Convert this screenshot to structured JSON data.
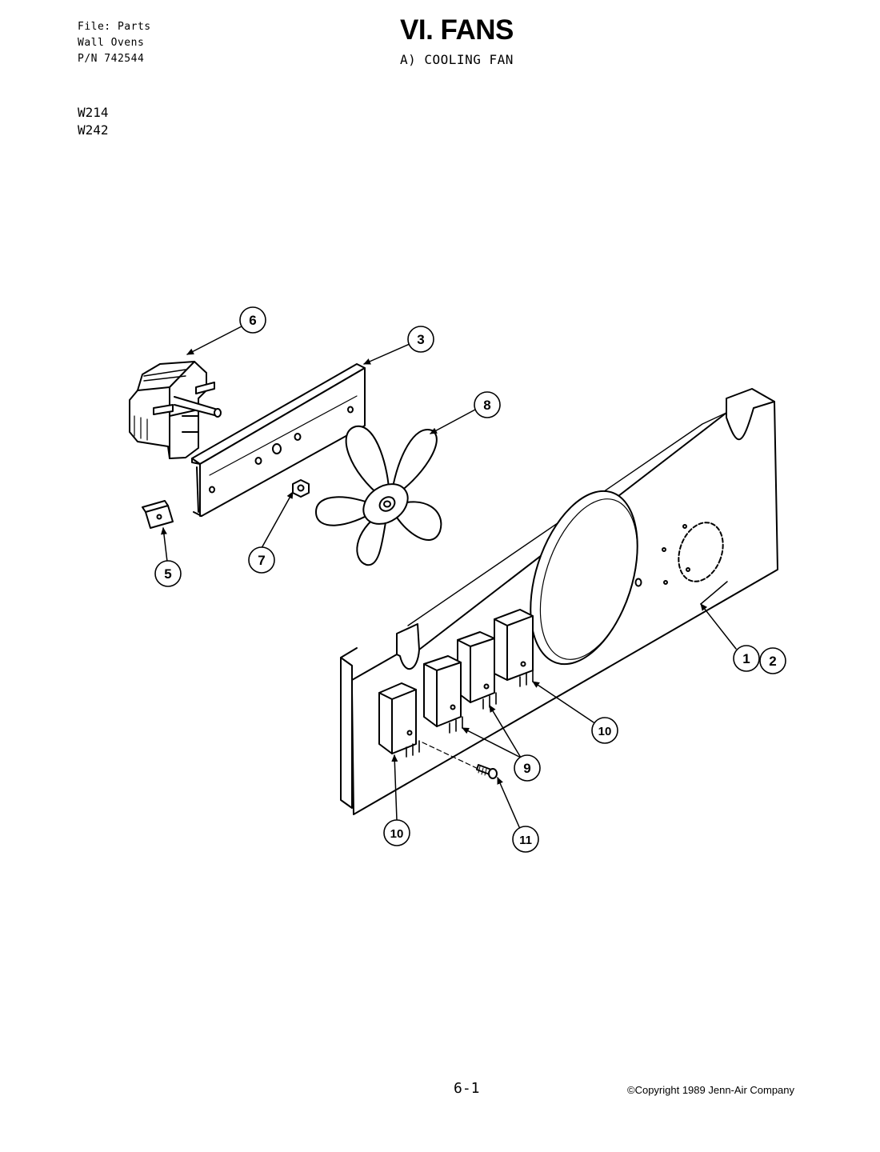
{
  "header": {
    "file_lines": [
      "File: Parts",
      "Wall Ovens",
      "P/N 742544"
    ],
    "models": [
      "W214",
      "W242"
    ],
    "title": "VI. FANS",
    "subtitle": "A) COOLING FAN"
  },
  "callouts": [
    {
      "id": "c6",
      "label": "6"
    },
    {
      "id": "c3",
      "label": "3"
    },
    {
      "id": "c8",
      "label": "8"
    },
    {
      "id": "c5",
      "label": "5"
    },
    {
      "id": "c7",
      "label": "7"
    },
    {
      "id": "c1",
      "label": "1"
    },
    {
      "id": "c2",
      "label": "2"
    },
    {
      "id": "c10a",
      "label": "10"
    },
    {
      "id": "c9",
      "label": "9"
    },
    {
      "id": "c10b",
      "label": "10"
    },
    {
      "id": "c11",
      "label": "11"
    }
  ],
  "footer": {
    "page": "6-1",
    "copyright": "©Copyright 1989 Jenn-Air Company"
  }
}
